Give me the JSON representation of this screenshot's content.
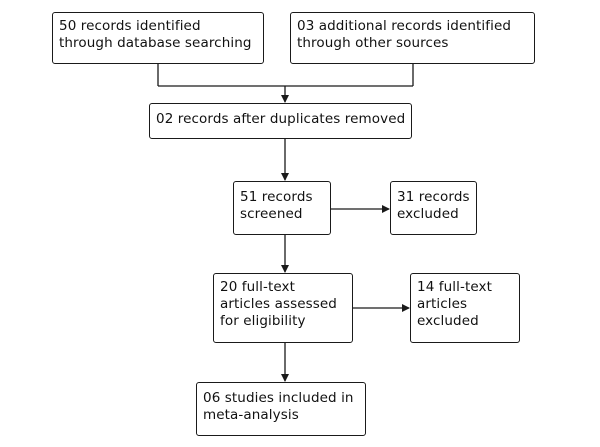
{
  "boxes": {
    "database_search": {
      "lines": [
        "50 records identified",
        "through database searching"
      ]
    },
    "other_sources": {
      "lines": [
        "03 additional records identified",
        "through other sources"
      ]
    },
    "duplicates_removed": {
      "lines": [
        "02 records after duplicates removed"
      ]
    },
    "screened": {
      "lines": [
        "51 records",
        "screened"
      ]
    },
    "excluded": {
      "lines": [
        "31 records",
        "excluded"
      ]
    },
    "full_text_assessed": {
      "lines": [
        "20 full-text",
        "articles assessed",
        "for eligibility"
      ]
    },
    "full_text_excluded": {
      "lines": [
        "14 full-text",
        "articles",
        "excluded"
      ]
    },
    "included": {
      "lines": [
        "06 studies included in",
        "meta-analysis"
      ]
    }
  },
  "colors": {
    "stroke": "#1a1a1a",
    "background": "#ffffff",
    "text": "#111111"
  }
}
